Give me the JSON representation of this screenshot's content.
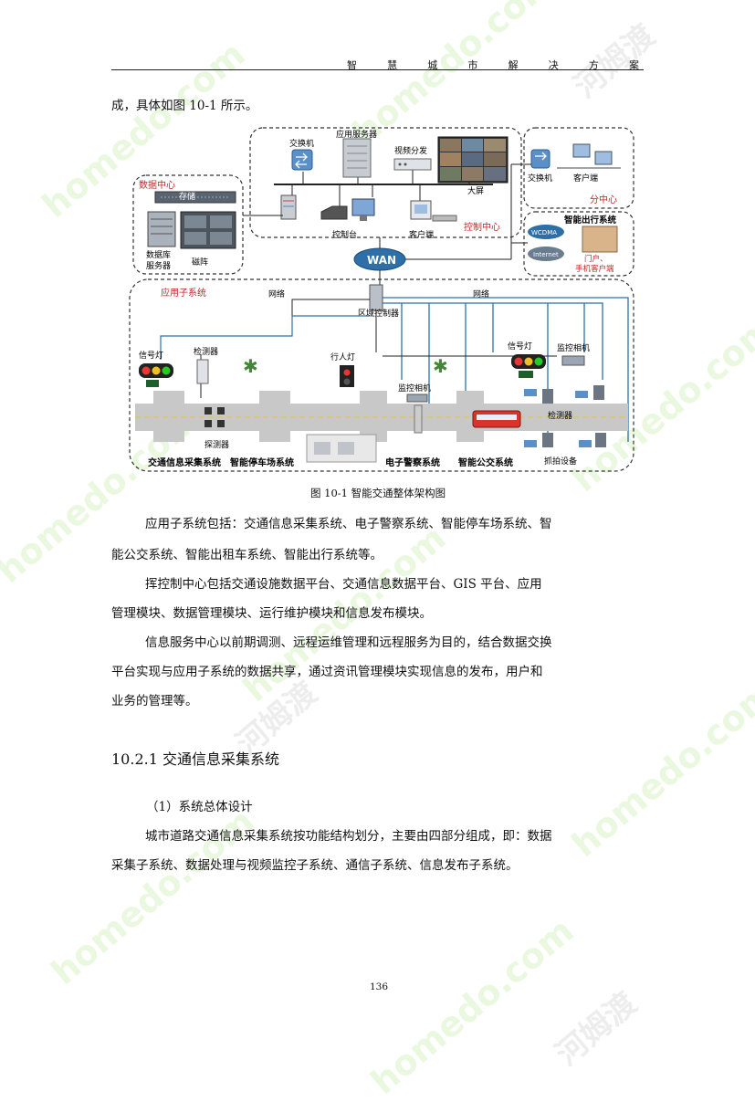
{
  "header": {
    "title_chars": [
      "智",
      "慧",
      "城",
      "市",
      "解",
      "决",
      "方",
      "案"
    ]
  },
  "body": {
    "intro_line": "成，具体如图 10-1 所示。",
    "figure_caption": "图 10-1 智能交通整体架构图",
    "para1_line1": "应用子系统包括：交通信息采集系统、电子警察系统、智能停车场系统、智",
    "para1_line2": "能公交系统、智能出租车系统、智能出行系统等。",
    "para2_line1": "挥控制中心包括交通设施数据平台、交通信息数据平台、GIS 平台、应用",
    "para2_line2": "管理模块、数据管理模块、运行维护模块和信息发布模块。",
    "para3_line1": "信息服务中心以前期调测、远程运维管理和远程服务为目的，结合数据交换",
    "para3_line2": "平台实现与应用子系统的数据共享，通过资讯管理模块实现信息的发布，用户和",
    "para3_line3": "业务的管理等。",
    "section_heading": "10.2.1 交通信息采集系统",
    "subheading": "（1）系统总体设计",
    "para4_line1": "城市道路交通信息采集系统按功能结构划分，主要由四部分组成，即：数据",
    "para4_line2": "采集子系统、数据处理与视频监控子系统、通信子系统、信息发布子系统。"
  },
  "figure": {
    "control_center": "控制中心",
    "switch": "交换机",
    "app_server": "应用服务器",
    "video_split": "视频分发",
    "big_screen": "大屏",
    "console": "控制台",
    "client": "客户端",
    "data_center": "数据中心",
    "storage": "存储",
    "db_server_1": "数据库",
    "db_server_2": "服务器",
    "tape": "磁阵",
    "branch_switch": "交换机",
    "branch_client": "客户端",
    "branch_center": "分中心",
    "travel_system": "智能出行系统",
    "wcdma": "WCDMA",
    "internet": "Internet",
    "portal_1": "门户、",
    "portal_2": "手机客户端",
    "wan": "WAN",
    "app_subsystem": "应用子系统",
    "network_left": "网络",
    "network_right": "网络",
    "zone_controller": "区域控制器",
    "signal_left": "信号灯",
    "detector_top": "检测器",
    "pedestrian_light": "行人灯",
    "monitor_cam_mid": "监控相机",
    "signal_right": "信号灯",
    "monitor_cam_right": "监控相机",
    "detector_right": "检测器",
    "detector_bottom": "探测器",
    "capture_device": "抓拍设备",
    "sys_traffic_info": "交通信息采集系统",
    "sys_parking": "智能停车场系统",
    "sys_police": "电子警察系统",
    "sys_bus": "智能公交系统"
  },
  "footer": {
    "page_number": "136"
  },
  "watermarks": {
    "site": "homedo.com",
    "cn": "河姆渡"
  },
  "colors": {
    "red_label": "#c0282a",
    "network_blue": "#2f6fa8",
    "dashed_border": "#333333",
    "road": "#c8c8c8"
  }
}
